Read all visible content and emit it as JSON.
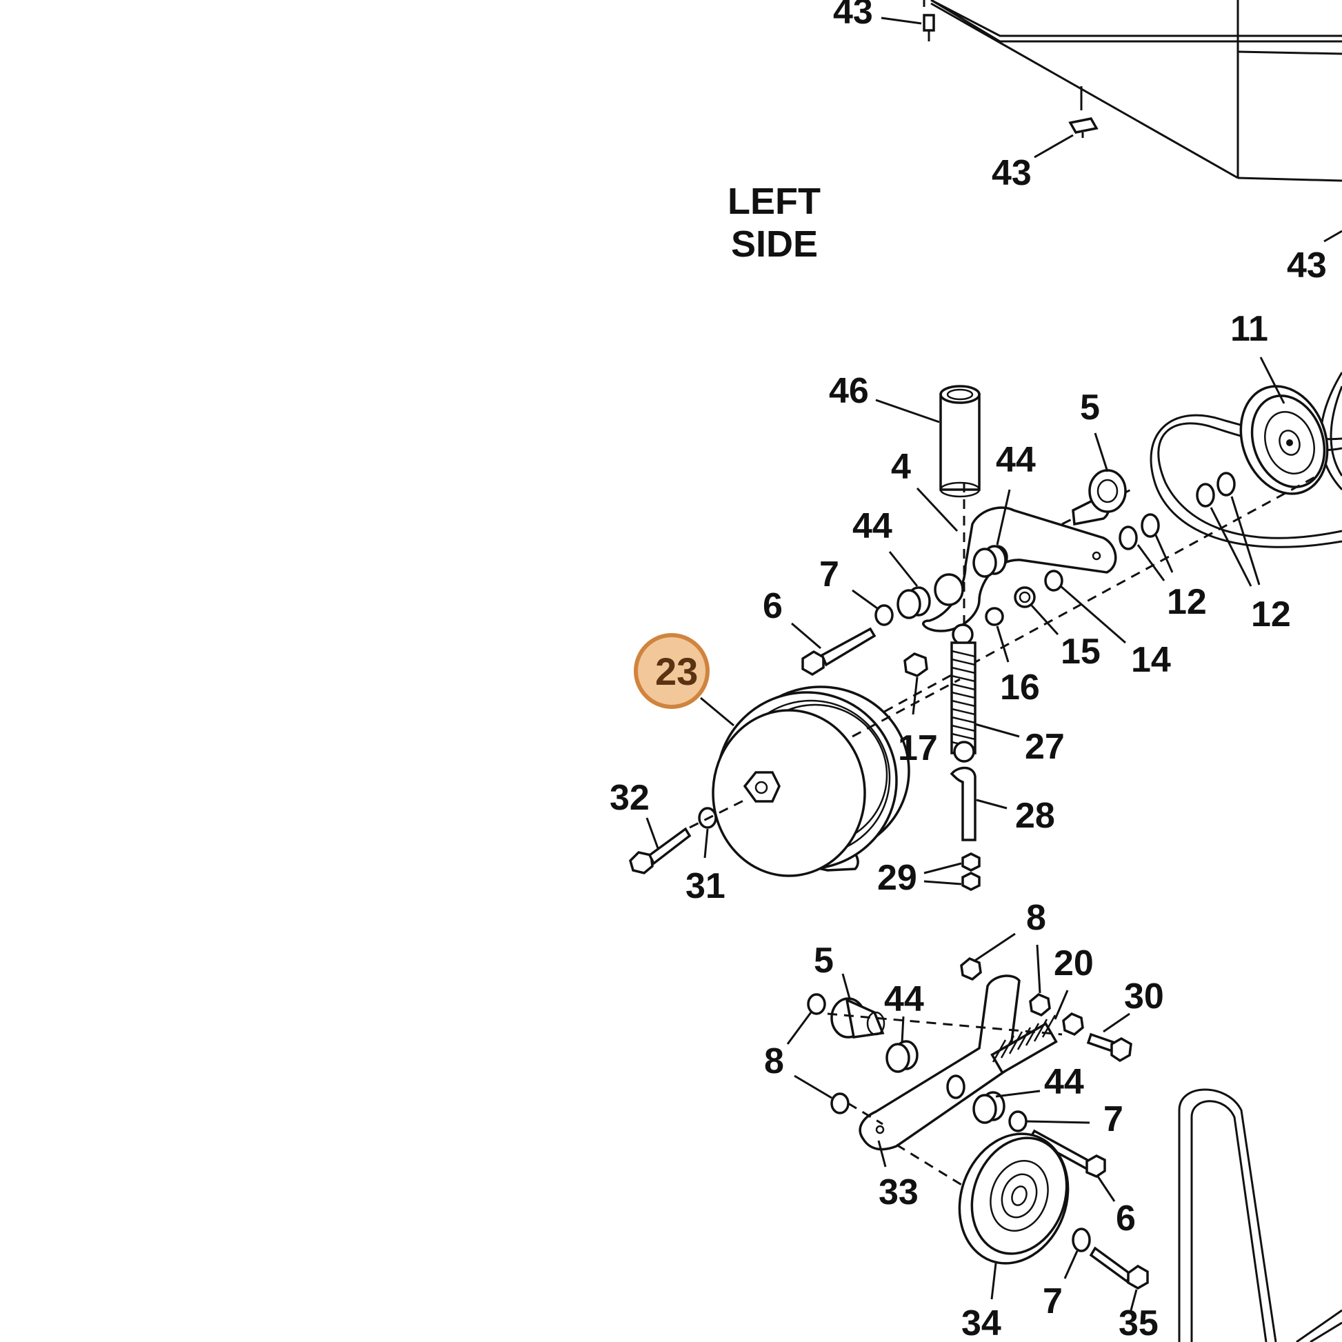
{
  "diagram": {
    "side_label_line1": "LEFT",
    "side_label_line2": "SIDE",
    "highlight": {
      "part": "23",
      "fill_color": "#f2c79a",
      "stroke_color": "#d0843e",
      "text_color": "#5a3312"
    },
    "callouts": {
      "c43a": "43",
      "c43b": "43",
      "c43c": "43",
      "c11": "11",
      "c46": "46",
      "c5a": "5",
      "c4": "4",
      "c44a": "44",
      "c44b": "44",
      "c7a": "7",
      "c6a": "6",
      "c12a": "12",
      "c12b": "12",
      "c15": "15",
      "c14": "14",
      "c16": "16",
      "c17": "17",
      "c27": "27",
      "c28": "28",
      "c29": "29",
      "c32": "32",
      "c31": "31",
      "c8a": "8",
      "c20": "20",
      "c5b": "5",
      "c44c": "44",
      "c30": "30",
      "c8b": "8",
      "c44d": "44",
      "c7b": "7",
      "c33": "33",
      "c6b": "6",
      "c34": "34",
      "c7c": "7",
      "c35": "35"
    }
  }
}
